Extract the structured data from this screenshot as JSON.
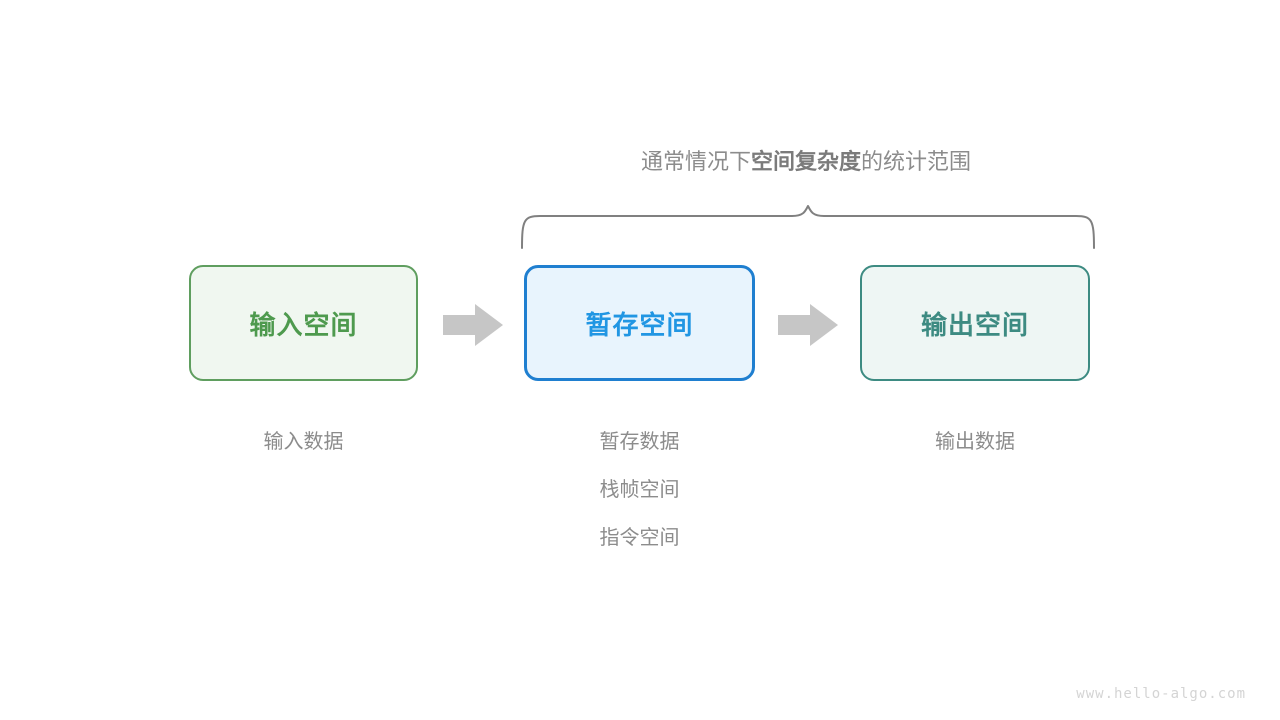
{
  "diagram": {
    "title_parts": {
      "prefix": "通常情况下",
      "emphasis": "空间复杂度",
      "suffix": "的统计范围"
    },
    "brace": {
      "icon": "curly-brace-up",
      "color": "#808080",
      "covers": [
        "暂存空间",
        "输出空间"
      ]
    },
    "blocks": [
      {
        "id": "input-space",
        "label": "输入空间",
        "fill": "#f0f7f0",
        "border": "#5f9e5f",
        "text_color": "#4e9a4e"
      },
      {
        "id": "temp-space",
        "label": "暂存空间",
        "fill": "#e8f4fd",
        "border": "#1f7fd0",
        "text_color": "#2196e3"
      },
      {
        "id": "output-space",
        "label": "输出空间",
        "fill": "#eef6f4",
        "border": "#3d8b82",
        "text_color": "#3d8b82"
      }
    ],
    "arrows": [
      {
        "id": "arrow-input-to-temp",
        "icon": "right-arrow-icon",
        "color": "#c6c6c6"
      },
      {
        "id": "arrow-temp-to-output",
        "icon": "right-arrow-icon",
        "color": "#c6c6c6"
      }
    ],
    "captions": {
      "input": [
        "输入数据"
      ],
      "temp": [
        "暂存数据",
        "栈帧空间",
        "指令空间"
      ],
      "output": [
        "输出数据"
      ]
    },
    "watermark": "www.hello-algo.com"
  }
}
